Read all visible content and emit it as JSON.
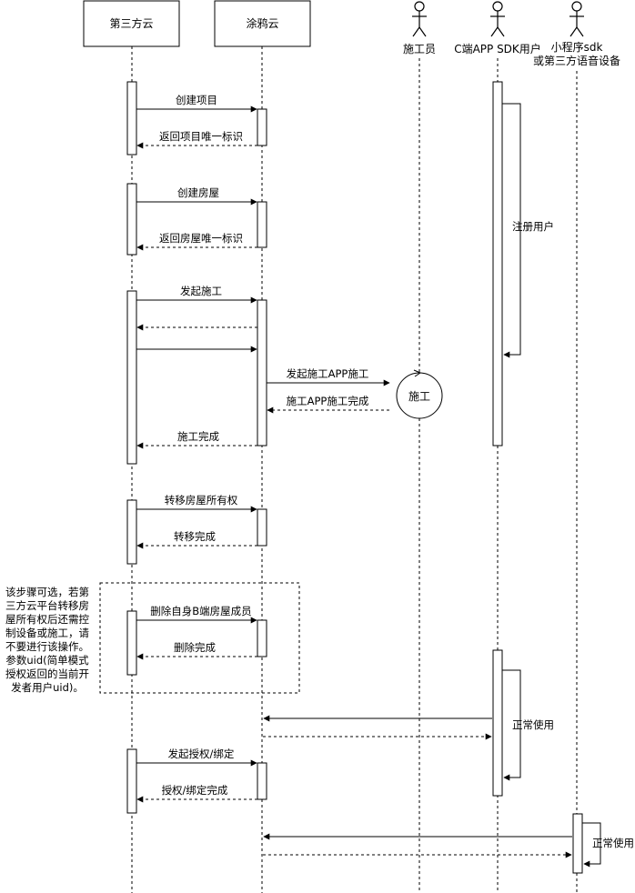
{
  "participants": {
    "third_cloud": "第三方云",
    "tuya_cloud": "涂鸦云",
    "installer": "施工员",
    "app_user": "C端APP SDK用户",
    "mini_line1": "小程序sdk",
    "mini_line2": "或第三方语音设备"
  },
  "messages": {
    "create_project": "创建项目",
    "return_project_id": "返回项目唯一标识",
    "create_house": "创建房屋",
    "return_house_id": "返回房屋唯一标识",
    "start_construction": "发起施工",
    "start_app_construction": "发起施工APP施工",
    "app_construction_done": "施工APP施工完成",
    "construction_done": "施工完成",
    "transfer_ownership": "转移房屋所有权",
    "transfer_done": "转移完成",
    "delete_member": "删除自身B端房屋成员",
    "delete_done": "删除完成",
    "start_auth_bind": "发起授权/绑定",
    "auth_bind_done": "授权/绑定完成",
    "register_user": "注册用户",
    "normal_use_1": "正常使用",
    "normal_use_2": "正常使用",
    "construction_node": "施工"
  },
  "note_lines": [
    "该步骤可选，若第",
    "三方云平台转移房",
    "屋所有权后还需控",
    "制设备或施工，请",
    "不要进行该操作。",
    "参数uid(简单模式",
    "授权返回的当前开",
    "发者用户uid)。"
  ]
}
